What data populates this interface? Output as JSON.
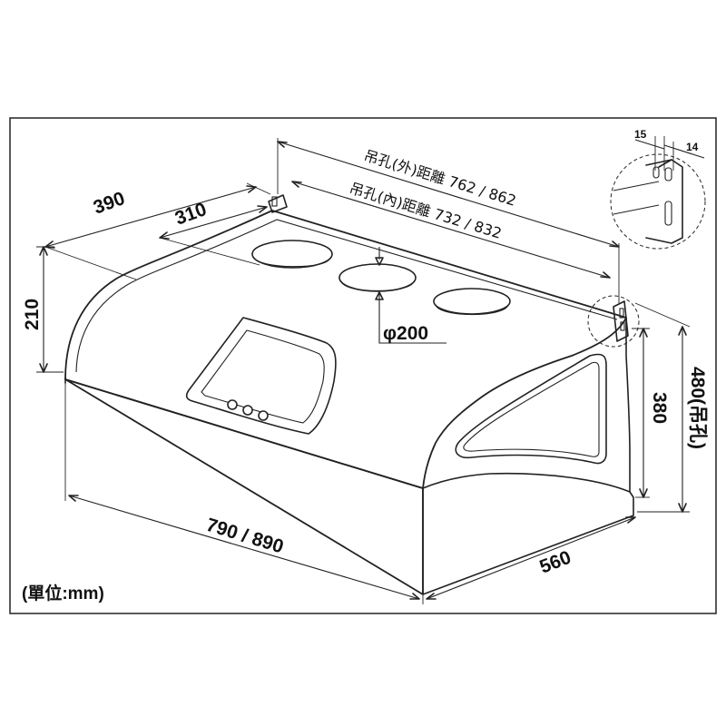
{
  "dimensions": {
    "depth_top": "390",
    "depth_hole": "310",
    "height_front": "210",
    "height_back": "380",
    "height_hanging": "480(吊孔)",
    "width": "790 / 890",
    "depth_bottom": "560",
    "duct_diameter": "φ200",
    "bracket_left": "15",
    "bracket_right": "14"
  },
  "labels": {
    "outer_hole_distance": "吊孔(外)距離 762 / 862",
    "inner_hole_distance": "吊孔(內)距離 732 / 832",
    "unit": "(單位:mm)"
  },
  "colors": {
    "line": "#222222",
    "background": "#ffffff"
  }
}
